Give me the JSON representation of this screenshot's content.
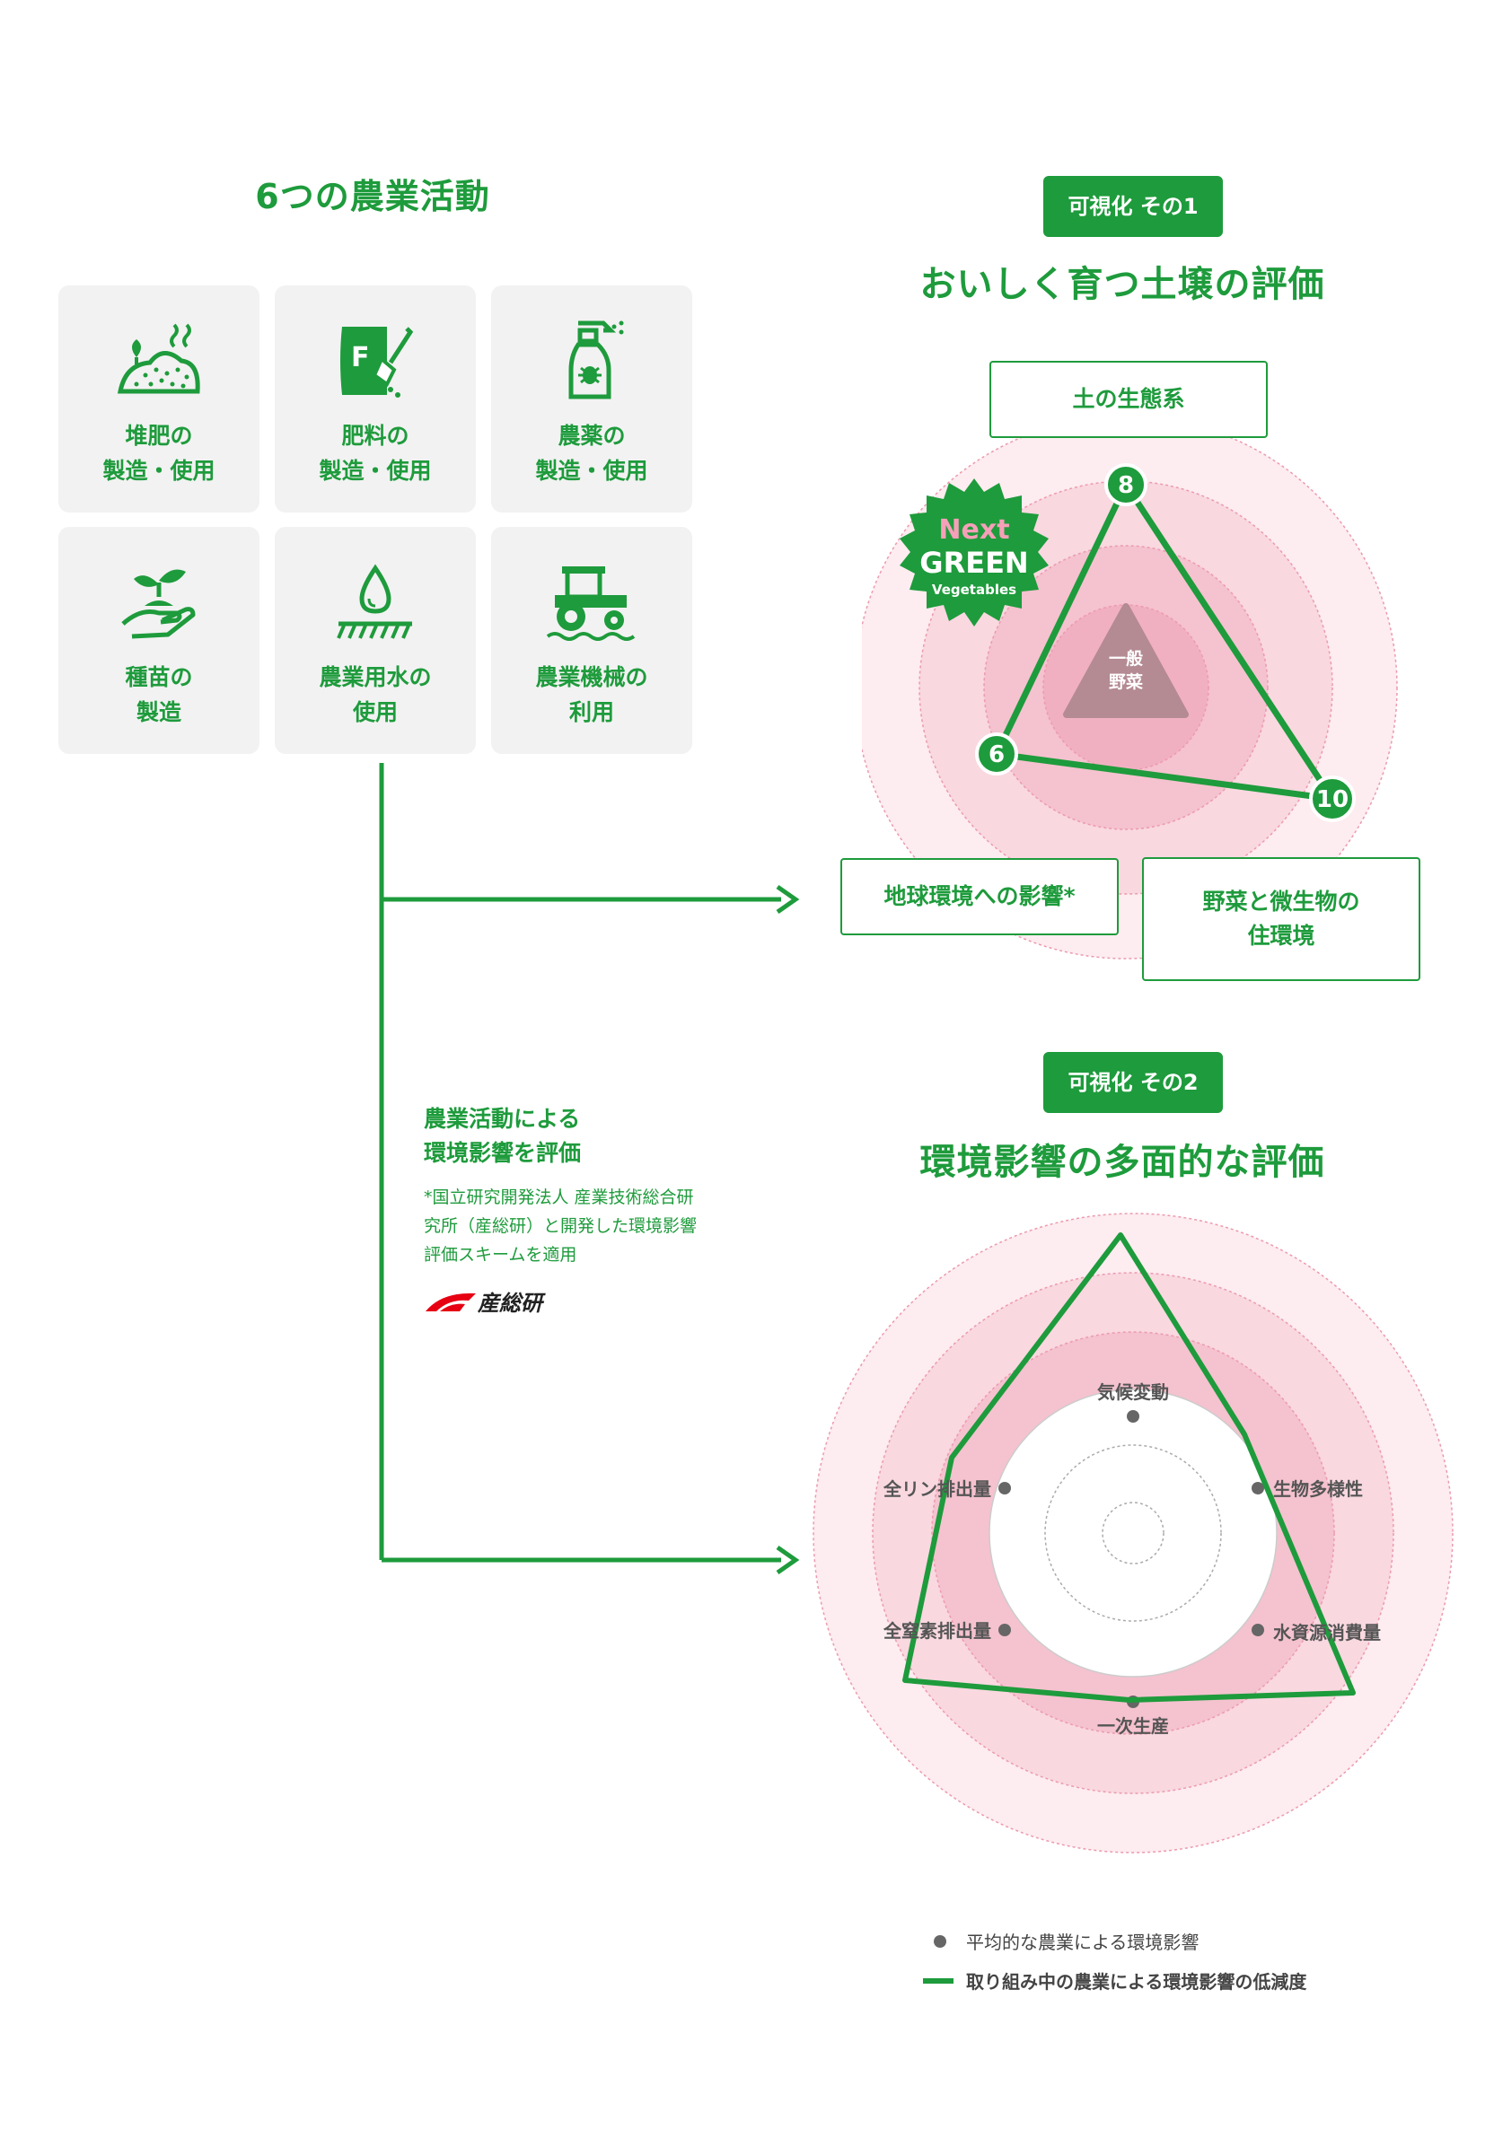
{
  "activities": {
    "title": "6つの農業活動",
    "items": [
      {
        "label": "堆肥の\n製造・使用",
        "icon": "compost-icon"
      },
      {
        "label": "肥料の\n製造・使用",
        "icon": "fertilizer-icon"
      },
      {
        "label": "農薬の\n製造・使用",
        "icon": "pesticide-spray-icon"
      },
      {
        "label": "種苗の\n製造",
        "icon": "seedling-hand-icon"
      },
      {
        "label": "農業用水の\n使用",
        "icon": "water-drop-icon"
      },
      {
        "label": "農業機械の\n利用",
        "icon": "tractor-icon"
      }
    ]
  },
  "viz1": {
    "badge": "可視化 その1",
    "title": "おいしく育つ土壌の評価",
    "box_top": "土の生態系",
    "box_left": "地球環境への影響*",
    "box_right": "野菜と微生物の\n住環境",
    "values": {
      "top": "8",
      "left": "6",
      "right": "10"
    },
    "center_label": "一般\n野菜",
    "seal": {
      "line1": "Next",
      "line2": "GREEN",
      "line3": "Vegetables"
    }
  },
  "note": {
    "heading": "農業活動による\n環境影響を評価",
    "footnote": "*国立研究開発法人 産業技術総合研\n究所（産総研）と開発した環境影響\n評価スキームを適用",
    "logo_text": "産総研"
  },
  "viz2": {
    "badge": "可視化 その2",
    "title": "環境影響の多面的な評価",
    "axes": [
      "気候変動",
      "生物多様性",
      "水資源消費量",
      "一次生産",
      "全窒素排出量",
      "全リン排出量"
    ]
  },
  "legend": {
    "dot_label": "平均的な農業による環境影響",
    "line_label": "取り組み中の農業による環境影響の低減度"
  },
  "colors": {
    "green": "#1e9b3c",
    "pink": "#f6c9d5",
    "grey_tri": "#b48a93"
  }
}
